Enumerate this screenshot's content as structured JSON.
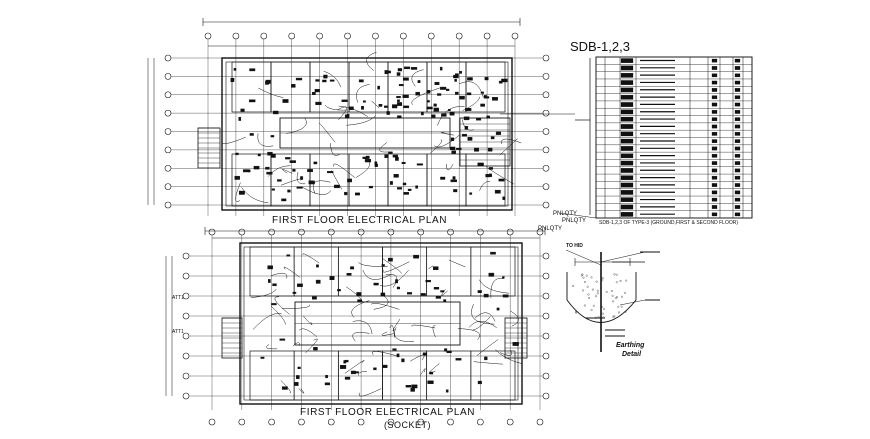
{
  "plans": {
    "upper_title": "FIRST FLOOR ELECTRICAL PLAN",
    "lower_title": "FIRST FLOOR ELECTRICAL PLAN",
    "lower_subtitle": "(SOCKET)"
  },
  "schedule": {
    "title": "SDB-1,2,3",
    "note": "SDB-1,2,3 OF TYPE-3 (GROUND,FIRST & SECOND FLOOR)",
    "row_count": 22
  },
  "labels": {
    "pnl_qty_1": "PNLQTY",
    "pnl_qty_2": "PNLQTY",
    "pnl_qty_3": "PNLQTY",
    "att_1": "ATT1",
    "att_2": "ATT1"
  },
  "earthing": {
    "to_hid": "TO HID",
    "title_line1": "Earthing",
    "title_line2": "Detail"
  }
}
